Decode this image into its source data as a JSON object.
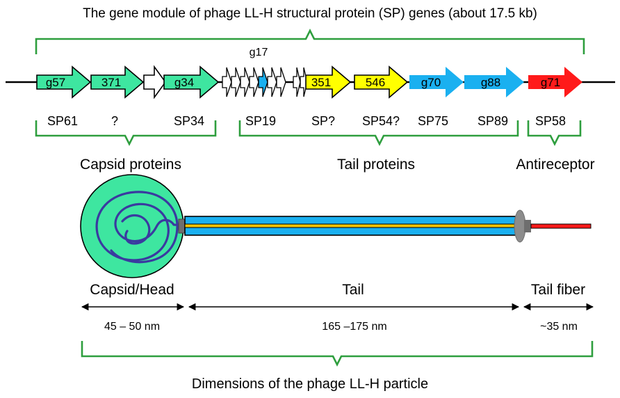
{
  "title": "The gene module of phage LL-H structural protein (SP) genes (about 17.5 kb)",
  "gene_label_top": "g17",
  "colors": {
    "green": "#3ee6a0",
    "white": "#ffffff",
    "yellow": "#ffff00",
    "blue": "#1ab0f0",
    "red": "#ff1a1a",
    "bracket": "#2e9e3e",
    "dna": "#3a3aa0",
    "tail_blue": "#1ab0f0",
    "tail_yellow": "#f2c400",
    "plate": "#8c8c8c"
  },
  "genes": [
    {
      "label": "g57",
      "color": "green"
    },
    {
      "label": "371",
      "color": "green"
    },
    {
      "label": "",
      "color": "white"
    },
    {
      "label": "g34",
      "color": "green"
    },
    {
      "label": "351",
      "color": "yellow"
    },
    {
      "label": "546",
      "color": "yellow"
    },
    {
      "label": "g70",
      "color": "blue"
    },
    {
      "label": "g88",
      "color": "blue"
    },
    {
      "label": "g71",
      "color": "red"
    }
  ],
  "proteins": [
    "SP61",
    "?",
    "SP34",
    "SP19",
    "SP?",
    "SP54?",
    "SP75",
    "SP89",
    "SP58"
  ],
  "groups": [
    "Capsid proteins",
    "Tail proteins",
    "Antireceptor"
  ],
  "parts": [
    "Capsid/Head",
    "Tail",
    "Tail fiber"
  ],
  "sizes": [
    "45 – 50 nm",
    "165 –175 nm",
    "~35 nm"
  ],
  "footer": "Dimensions of the phage LL-H particle"
}
